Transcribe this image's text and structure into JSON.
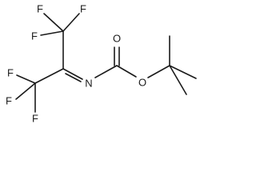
{
  "molecule": {
    "atoms": {
      "f_top_left": "F",
      "f_top_right": "F",
      "f_upper": "F",
      "f_mid_left": "F",
      "f_lower_left": "F",
      "f_bottom": "F",
      "nitrogen": "N",
      "carbonyl_oxygen": "O",
      "ester_oxygen": "O"
    }
  }
}
